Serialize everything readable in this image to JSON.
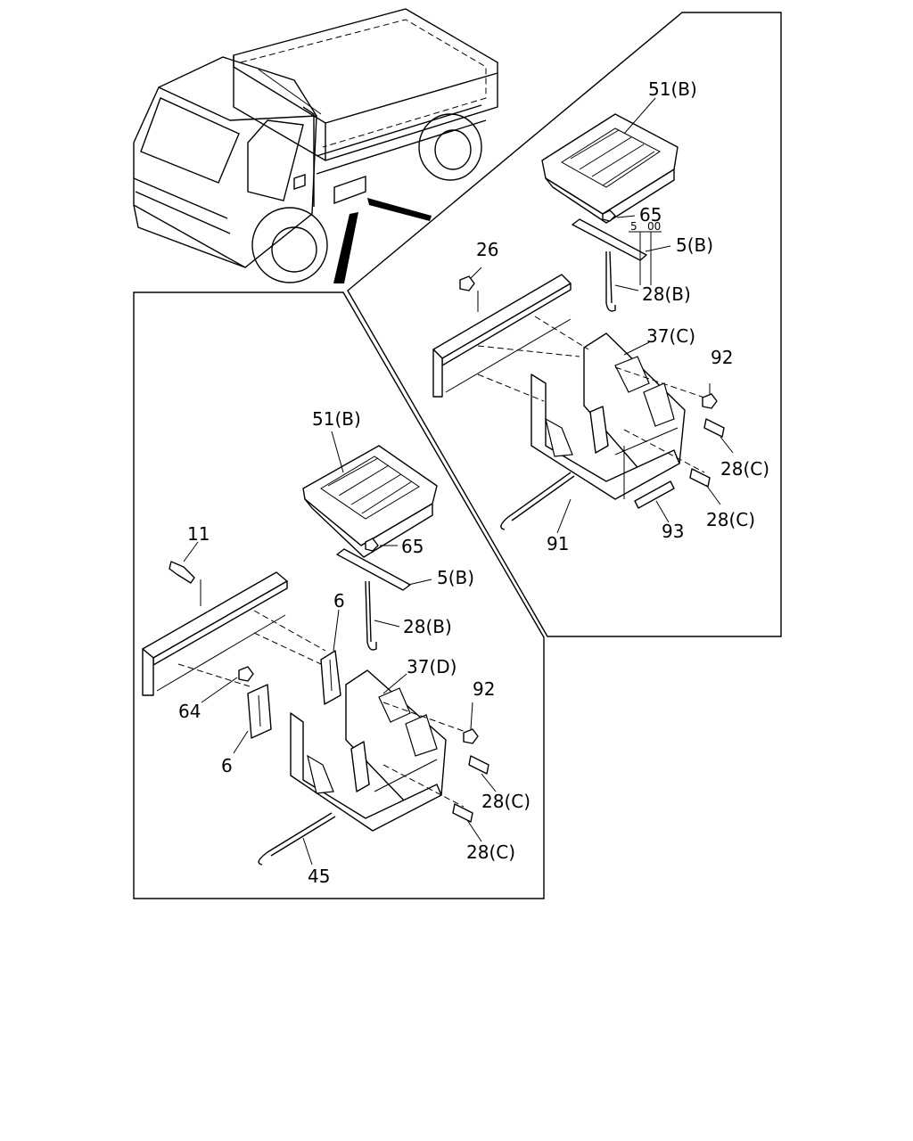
{
  "upper_panel": {
    "callouts": {
      "battery": "51(B)",
      "nut_65": "65",
      "clamp": "5(B)",
      "dim_5": "5",
      "dim_00": "00",
      "rod_28b": "28(B)",
      "nut_26": "26",
      "bracket": "37(C)",
      "nut_92": "92",
      "bolt_28c_a": "28(C)",
      "bolt_28c_b": "28(C)",
      "rod_91": "91",
      "pipe_93": "93"
    }
  },
  "lower_panel": {
    "callouts": {
      "battery": "51(B)",
      "bolt_11": "11",
      "nut_65": "65",
      "clamp": "5(B)",
      "plate_6_top": "6",
      "rod_28b": "28(B)",
      "bracket": "37(D)",
      "nut_92": "92",
      "nut_64": "64",
      "plate_6_bottom": "6",
      "bolt_28c_a": "28(C)",
      "bolt_28c_b": "28(C)",
      "rod_45": "45"
    }
  }
}
